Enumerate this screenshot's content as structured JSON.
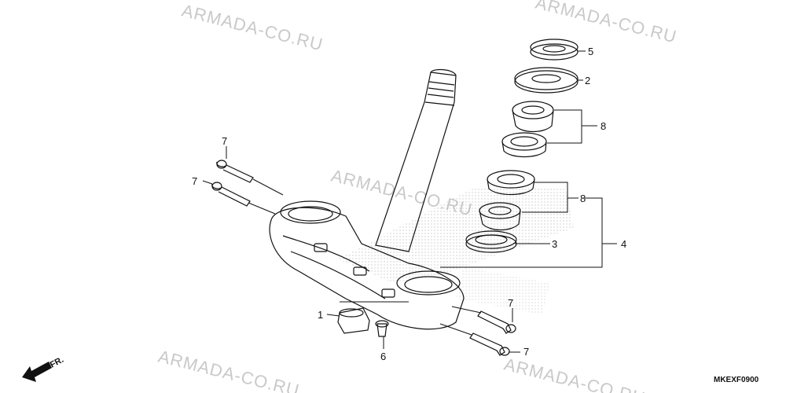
{
  "watermark": "ARMADA-CO.RU",
  "diagram_code": "MKEXF0900",
  "direction_label": "FR.",
  "callouts": {
    "c5": "5",
    "c2": "2",
    "c8a": "8",
    "c8b": "8",
    "c3": "3",
    "c4": "4",
    "c7a": "7",
    "c7b": "7",
    "c7c": "7",
    "c7d": "7",
    "c1": "1",
    "c6": "6"
  },
  "icons": [
    "front-direction-arrow-icon"
  ]
}
